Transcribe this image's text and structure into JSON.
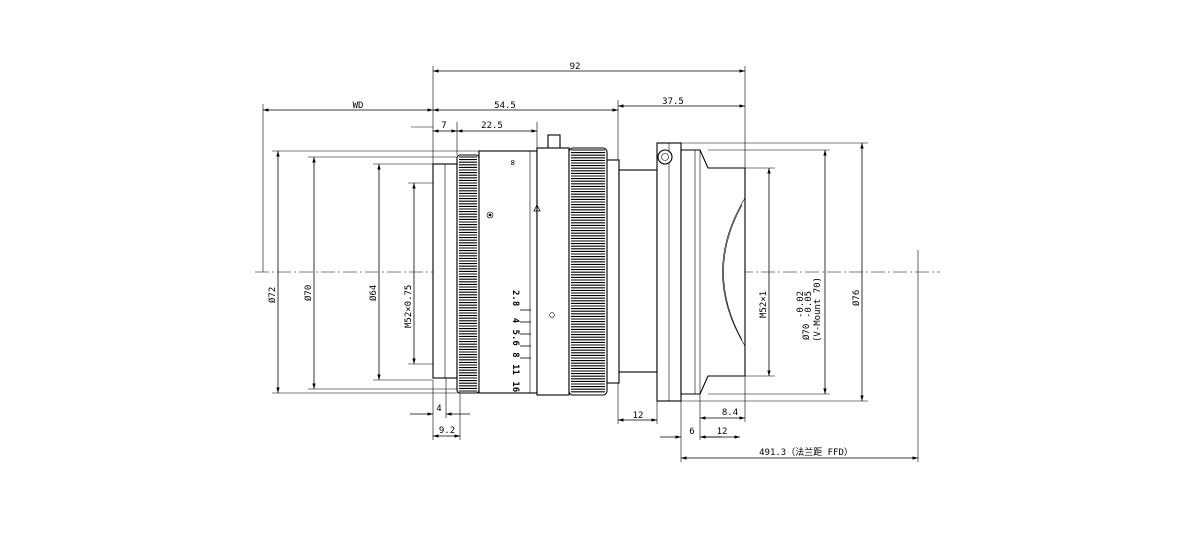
{
  "drawing": {
    "dims": {
      "overall": "92",
      "wd": "WD",
      "body_len": "54.5",
      "mount_len": "37.5",
      "front_7": "7",
      "front_22_5": "22.5",
      "d72": "Ø72",
      "d70": "Ø70",
      "d64": "Ø64",
      "thread_front": "M52×0.75",
      "bottom_4": "4",
      "bottom_9_2": "9.2",
      "bottom_12a": "12",
      "bottom_8_4": "8.4",
      "bottom_6": "6",
      "bottom_12b": "12",
      "ffd": "491.3（法兰距 FFD）",
      "thread_rear": "M52×1",
      "d70_mount": "Ø70",
      "tol_upper": "-0.02",
      "tol_lower": "-0.05",
      "v_mount": "(V-Mount 70)",
      "d76": "Ø76"
    },
    "aperture_scale": [
      "2.8",
      "4",
      "5.6",
      "8",
      "11",
      "16"
    ],
    "distance_scale": [
      "∞"
    ]
  }
}
